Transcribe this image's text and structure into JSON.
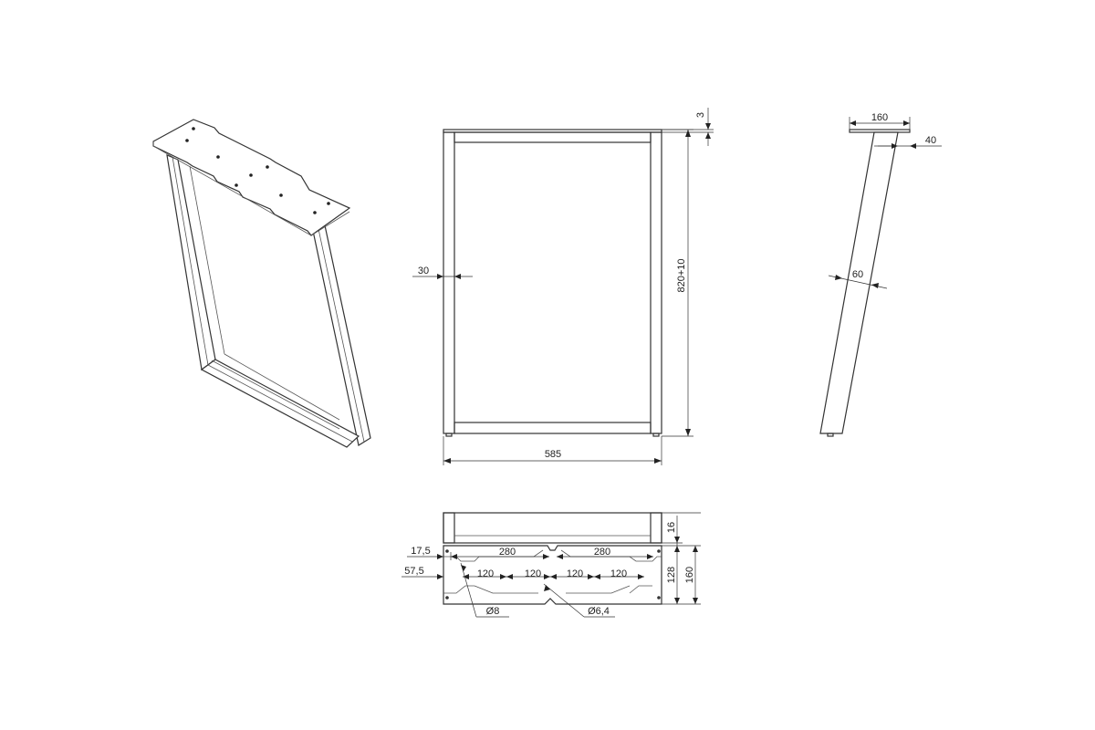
{
  "dimensions": {
    "plate_thickness": "3",
    "tube_width_front": "30",
    "height": "820+10",
    "width": "585",
    "side_top": "160",
    "side_offset": "40",
    "side_tube": "60",
    "bottom_height_small": "16",
    "bottom_height_128": "128",
    "bottom_height_160": "160",
    "edge_17_5": "17,5",
    "edge_57_5": "57,5",
    "span_280_a": "280",
    "span_280_b": "280",
    "span_120_a": "120",
    "span_120_b": "120",
    "span_120_c": "120",
    "span_120_d": "120",
    "hole_8": "Ø8",
    "hole_6_4": "Ø6,4"
  }
}
